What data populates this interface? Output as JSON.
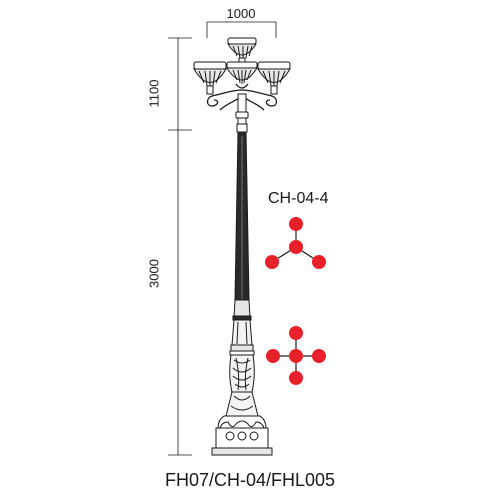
{
  "dimensions": {
    "head_width": "1000",
    "head_height": "1100",
    "pole_height": "3000"
  },
  "config_code": "CH-04-4",
  "model_code": "FH07/CH-04/FHL005",
  "colors": {
    "line": "#1a1a1a",
    "config_dot": "#e8202a"
  }
}
